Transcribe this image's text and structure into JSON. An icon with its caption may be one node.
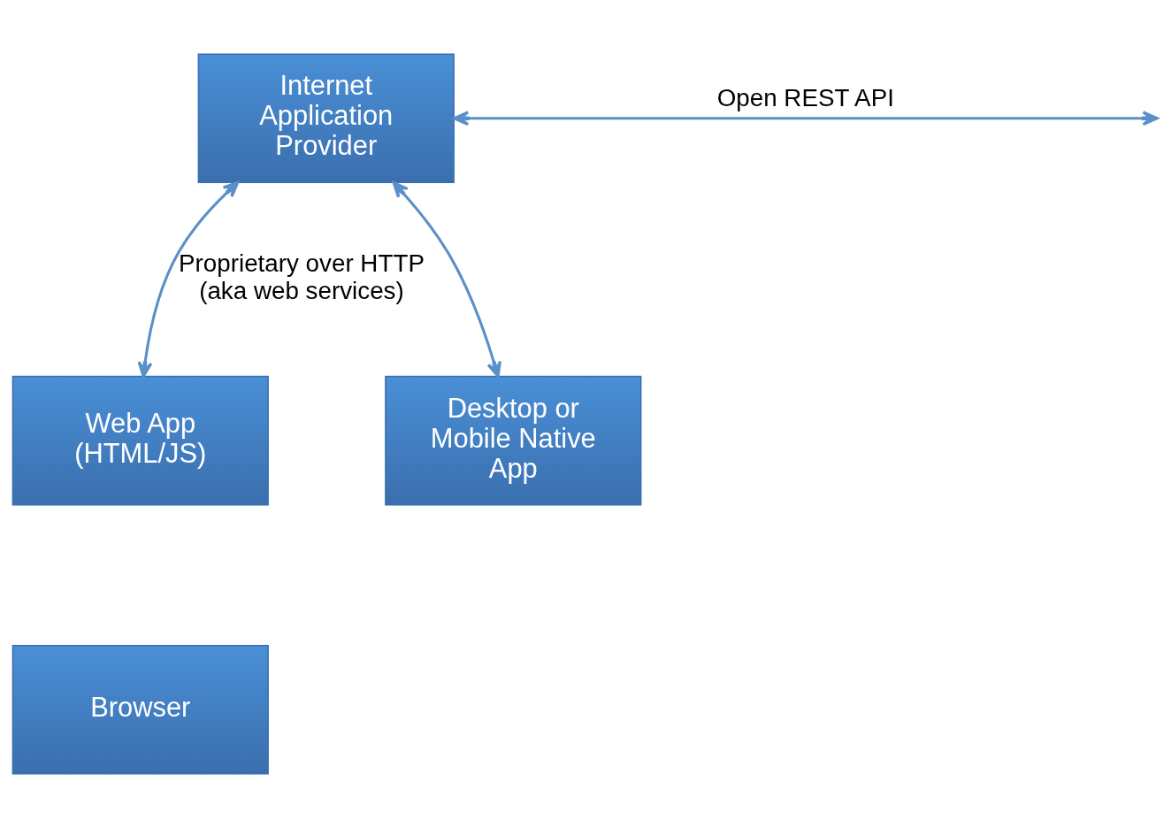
{
  "diagram": {
    "nodes": [
      {
        "text": [
          "Internet Application Provider"
        ]
      },
      {
        "text": [
          "Web App (HTML/JS)"
        ]
      },
      {
        "text": [
          "Desktop or Mobile Native App"
        ]
      },
      {
        "text": [
          "Browser"
        ]
      }
    ],
    "edges": [
      {
        "from": 0,
        "to": null,
        "arrow": "both",
        "label": "Open REST API"
      },
      {
        "from": 0,
        "to": 1,
        "arrow": "both",
        "label": "Proprietary over HTTP (aka web services)"
      },
      {
        "from": 0,
        "to": 2,
        "arrow": "both"
      }
    ]
  }
}
